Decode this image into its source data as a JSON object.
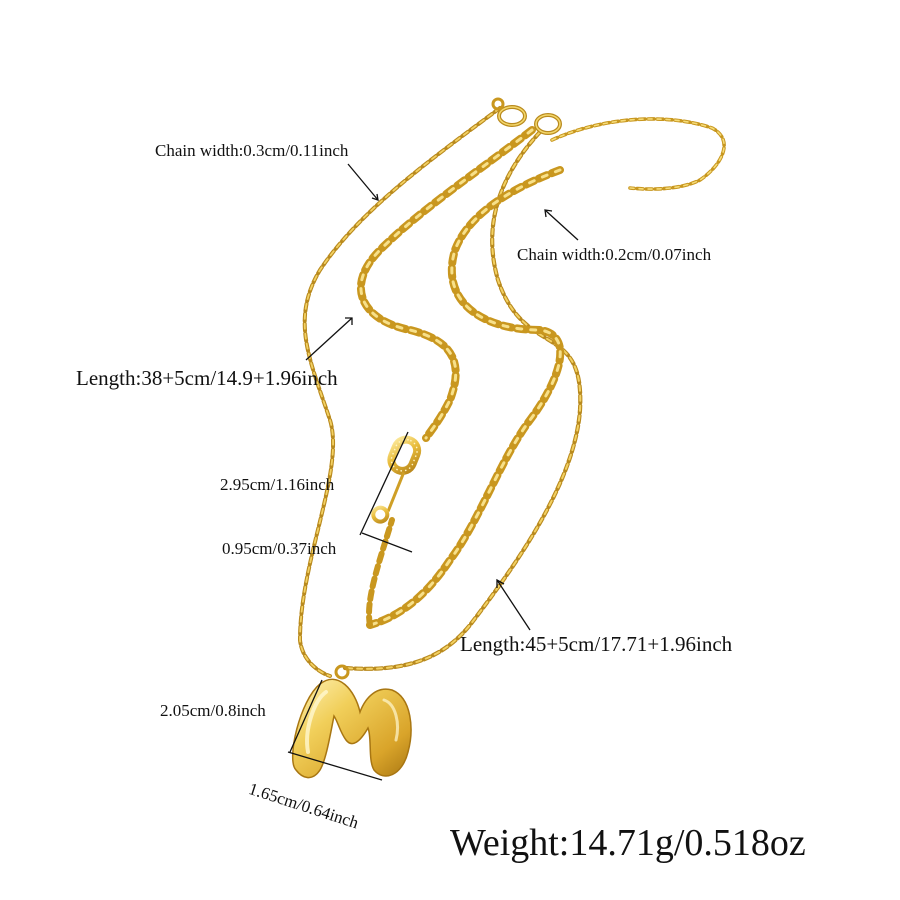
{
  "product": {
    "colors": {
      "gold_light": "#f6dc74",
      "gold": "#e3b534",
      "gold_dark": "#b58418",
      "text": "#111111",
      "background": "#ffffff"
    }
  },
  "annotations": {
    "chain_width_short": "Chain width:0.3cm/0.11inch",
    "chain_width_long": "Chain width:0.2cm/0.07inch",
    "length_short": "Length:38+5cm/14.9+1.96inch",
    "pin_height": "2.95cm/1.16inch",
    "pin_width": "0.95cm/0.37inch",
    "length_long": "Length:45+5cm/17.71+1.96inch",
    "letter_height": "2.05cm/0.8inch",
    "letter_width": "1.65cm/0.64inch",
    "weight": "Weight:14.71g/0.518oz"
  }
}
